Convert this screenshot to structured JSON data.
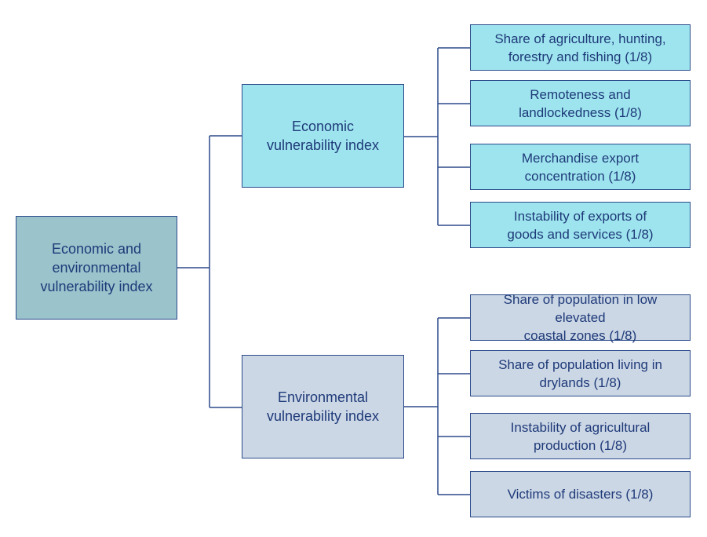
{
  "colors": {
    "root_fill": "#9ac3cc",
    "economic_fill": "#9ee4ef",
    "environmental_fill": "#ccd7e6",
    "border": "#2b4a8a",
    "text": "#1e3a78"
  },
  "root": {
    "lines": [
      "Economic and",
      "environmental",
      "vulnerability index"
    ]
  },
  "economic": {
    "lines": [
      "Economic",
      "vulnerability index"
    ],
    "components": [
      {
        "lines": [
          "Share of agriculture, hunting,",
          "forestry and fishing (1/8)"
        ]
      },
      {
        "lines": [
          "Remoteness and",
          "landlockedness (1/8)"
        ]
      },
      {
        "lines": [
          "Merchandise export",
          "concentration (1/8)"
        ]
      },
      {
        "lines": [
          "Instability of exports of",
          "goods and services (1/8)"
        ]
      }
    ]
  },
  "environmental": {
    "lines": [
      "Environmental",
      "vulnerability index"
    ],
    "components": [
      {
        "lines": [
          "Share of population in low elevated",
          "coastal zones (1/8)"
        ]
      },
      {
        "lines": [
          "Share of population living in",
          "drylands (1/8)"
        ]
      },
      {
        "lines": [
          "Instability of agricultural",
          "production (1/8)"
        ]
      },
      {
        "lines": [
          "Victims of disasters (1/8)"
        ]
      }
    ]
  }
}
